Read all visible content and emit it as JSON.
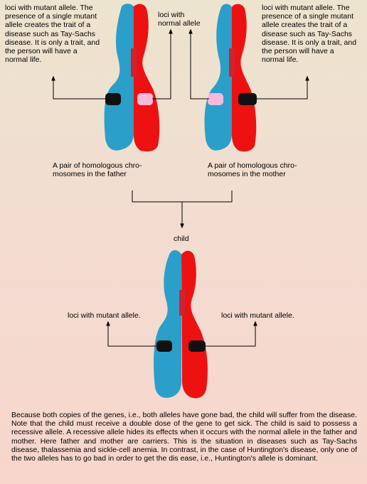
{
  "labels": {
    "father_left_note": "loci with mutant allele. The presence of a single mutant allele creates the trait of a disease such as Tay-Sachs disease. It is only a trait, and the person will have a normal life.",
    "normal_allele": "loci with normal allele",
    "mother_right_note": "loci with mutant allele. The presence of a single mutant allele creates the trait of a disease such as Tay-Sachs disease. It is only a trait, and the person will have a normal life.",
    "father_caption": "A pair of homologous chro-mosomes in the father",
    "mother_caption": "A pair of homologous chro-mosomes in the mother",
    "child": "child",
    "child_left_label": "loci with mutant allele.",
    "child_right_label": "loci with mutant allele."
  },
  "paragraph": "Because both copies of the genes, i.e., both alleles have gone bad, the child will suffer from the disease. Note that the child must receive a double dose of the gene to get sick. The child is said to possess a recessive allele. A recessive allele hides its effects when it occurs with the normal allele in the father and mother. Here father and mother are carriers. This is the situation in diseases such as Tay-Sachs disease, thalassemia and sickle-cell anemia. In contrast, in the case of Huntington's disease, only one of the two alleles has to go bad in order to get the dis ease, i.e., Huntington's allele is dominant.",
  "colors": {
    "blue_chromatid": "#2a9fc9",
    "red_chromatid": "#ee1111",
    "mutant_locus": "#111111",
    "normal_locus": "#f6b9dc"
  }
}
